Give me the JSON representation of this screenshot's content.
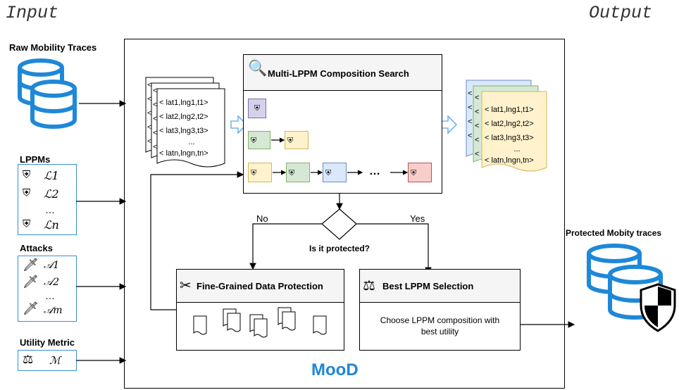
{
  "headers": {
    "input": "Input",
    "output": "Output"
  },
  "inputs": {
    "raw_traces": "Raw Mobility Traces",
    "lppms": {
      "title": "LPPMs",
      "items": [
        "ℒ1",
        "ℒ2",
        "…",
        "ℒn"
      ]
    },
    "attacks": {
      "title": "Attacks",
      "items": [
        "𝒜1",
        "𝒜2",
        "…",
        "𝒜m"
      ]
    },
    "utility": {
      "title": "Utility Metric",
      "symbol": "ℳ"
    }
  },
  "system": {
    "name": "MooD",
    "search_title": "Multi-LPPM Composition Search",
    "decision": "Is it protected?",
    "no_label": "No",
    "yes_label": "Yes",
    "fine_grained": "Fine-Grained Data Protection",
    "best_selection": "Best LPPM Selection",
    "best_desc_1": "Choose LPPM composition with",
    "best_desc_2": "best utility",
    "trace_rows": [
      "< lat1,lng1,t1>",
      "< lat2,lng2,t2>",
      "< lat3,lng3,t3>",
      "...",
      "< latn,lngn,tn>"
    ],
    "chain_dots": "…"
  },
  "outputs": {
    "protected": "Protected Mobity traces"
  },
  "colors": {
    "accent_blue": "#1f86d8",
    "box_border": "#3a8fd6",
    "purple": "#d6d1ea",
    "green": "#d5e8d4",
    "yellow": "#fff2cc",
    "blue": "#dae8fc",
    "red": "#f8cecc",
    "db_blue": "#1e88d8"
  }
}
